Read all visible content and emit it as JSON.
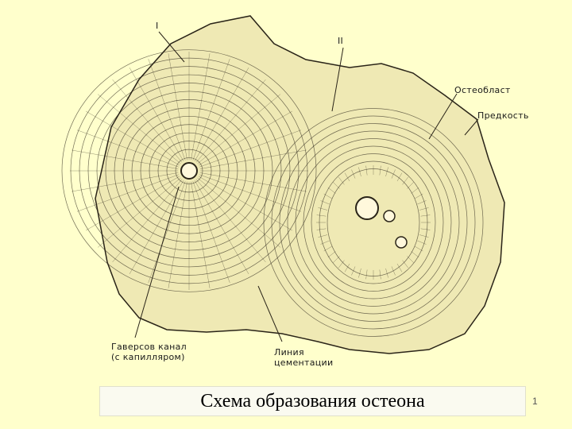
{
  "labels": {
    "osteon_1": "I",
    "osteon_2": "II",
    "osteoblast": "Остеобласт",
    "predkost": "Предкость",
    "haversian_canal_line1": "Гаверсов канал",
    "haversian_canal_line2": "(с капилляром)",
    "cement_line_line1": "Линия",
    "cement_line_line2": "цементации"
  },
  "title": "Схема образования остеона",
  "page_number": "1",
  "colors": {
    "background": "#ffffcc",
    "tissue": "#efe9b4",
    "ink": "#2a2418"
  }
}
